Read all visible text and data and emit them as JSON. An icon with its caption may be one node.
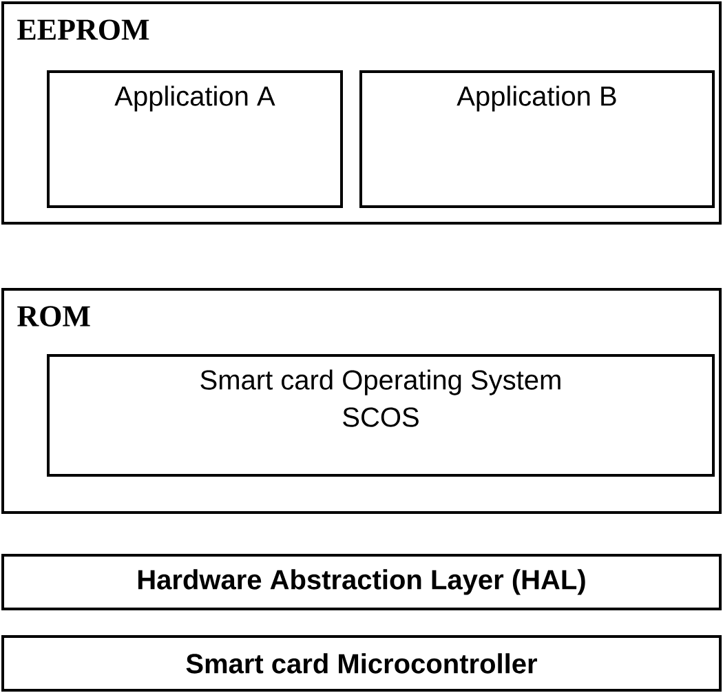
{
  "diagram": {
    "nodes": [
      {
        "text": [
          "EEPROM"
        ]
      },
      {
        "text": [
          "Application A"
        ],
        "in": 0
      },
      {
        "text": [
          "Application B"
        ],
        "in": 0
      },
      {
        "text": [
          "ROM"
        ]
      },
      {
        "text": [
          "Smart card Operating System",
          "SCOS"
        ],
        "in": 3
      },
      {
        "text": [
          "Hardware Abstraction Layer (HAL)"
        ]
      },
      {
        "text": [
          "Smart card Microcontroller"
        ]
      }
    ]
  }
}
